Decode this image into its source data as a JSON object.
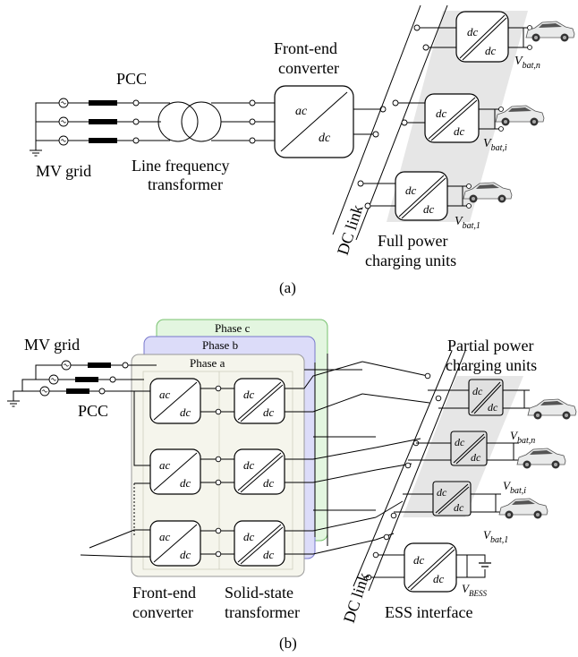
{
  "fig_a": {
    "caption": "(a)",
    "pcc": "PCC",
    "mv_grid": "MV grid",
    "transformer_l1": "Line frequency",
    "transformer_l2": "transformer",
    "frontend_l1": "Front-end",
    "frontend_l2": "converter",
    "conv_ac": "ac",
    "conv_dc": "dc",
    "dc_link": "DC link",
    "units_l1": "Full power",
    "units_l2": "charging units",
    "vbat_n": "V",
    "vbat_n_sub": "bat,n",
    "vbat_i": "V",
    "vbat_i_sub": "bat,i",
    "vbat_1": "V",
    "vbat_1_sub": "bat,1"
  },
  "fig_b": {
    "caption": "(b)",
    "mv_grid": "MV grid",
    "pcc": "PCC",
    "phase_c": "Phase c",
    "phase_b": "Phase b",
    "phase_a": "Phase a",
    "units_l1": "Partial power",
    "units_l2": "charging units",
    "frontend_l1": "Front-end",
    "frontend_l2": "converter",
    "sst_l1": "Solid-state",
    "sst_l2": "transformer",
    "dc_link": "DC link",
    "ess": "ESS interface",
    "ac": "ac",
    "dc": "dc",
    "vbat_n": "V",
    "vbat_n_sub": "bat,n",
    "vbat_i": "V",
    "vbat_i_sub": "bat,i",
    "vbat_1": "V",
    "vbat_1_sub": "bat,1",
    "vbess": "V",
    "vbess_sub": "BESS"
  }
}
